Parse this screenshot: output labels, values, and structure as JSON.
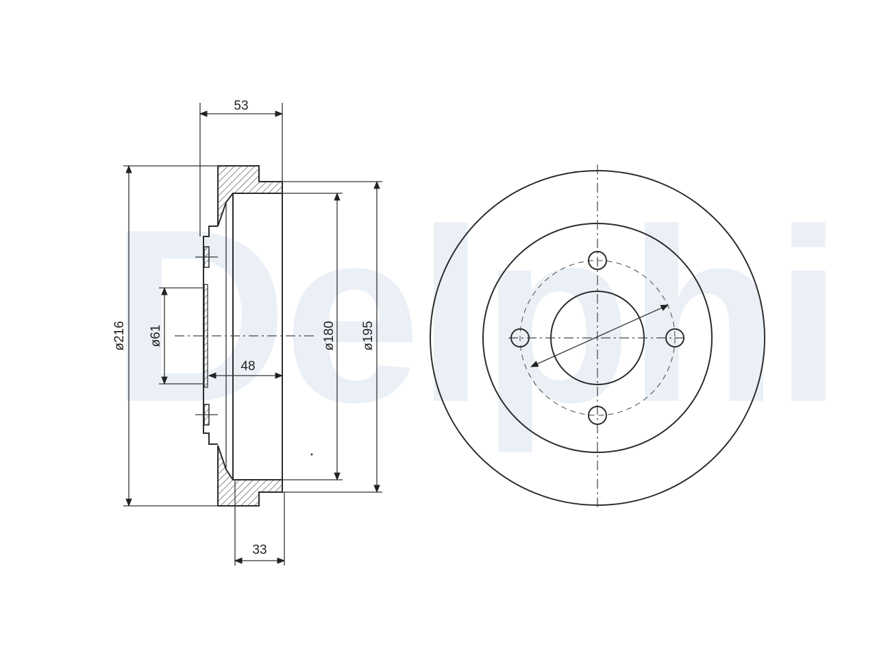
{
  "watermark": {
    "text": "Delphi",
    "color": "#eaf0f6"
  },
  "drawing": {
    "line_color": "#2a2a2a",
    "hatch_color": "#555555",
    "side_view": {
      "width_total": "53",
      "inner_depth": "48",
      "hub_width": "33",
      "dia_outer": "ø216",
      "dia_hub": "ø61",
      "dia_inner": "ø180",
      "dia_drum": "ø195"
    },
    "front_view": {
      "bolt_holes": 4
    }
  }
}
